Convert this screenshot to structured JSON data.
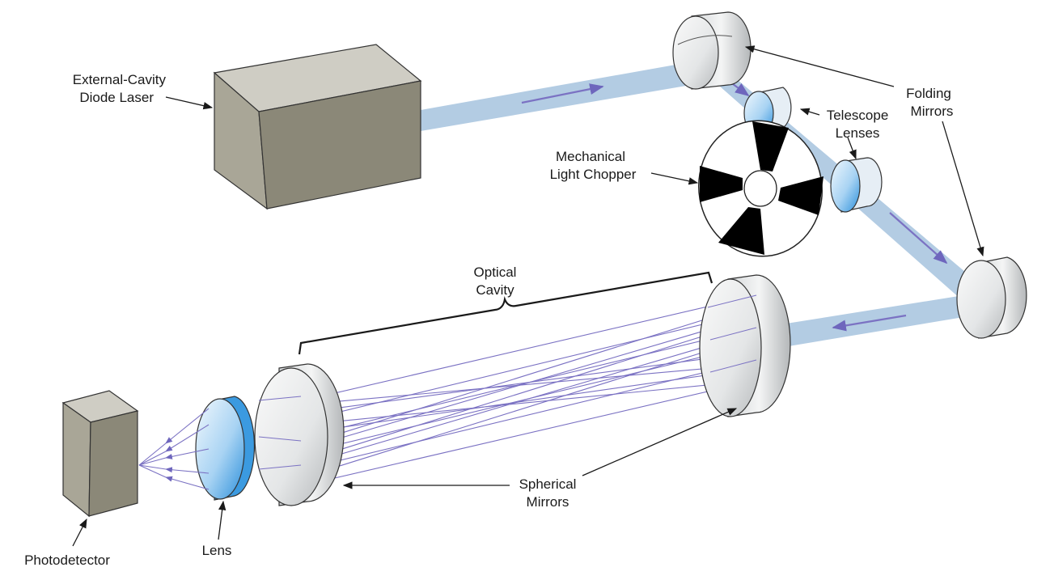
{
  "labels": {
    "laser_line1": "External-Cavity",
    "laser_line2": "Diode Laser",
    "folding_line1": "Folding",
    "folding_line2": "Mirrors",
    "telescope_line1": "Telescope",
    "telescope_line2": "Lenses",
    "chopper_line1": "Mechanical",
    "chopper_line2": "Light Chopper",
    "cavity_line1": "Optical",
    "cavity_line2": "Cavity",
    "spherical_line1": "Spherical",
    "spherical_line2": "Mirrors",
    "photodetector": "Photodetector",
    "lens": "Lens"
  },
  "colors": {
    "beam": "#b3cce3",
    "ray": "#7b72c3",
    "box_front": "#8b8878",
    "box_top": "#cfcdc4",
    "box_side": "#a9a697",
    "mirror_light": "#f2f3f3",
    "mirror_dark": "#b9bcbe",
    "lens_blue": "#3b9ae0",
    "lens_light": "#d8ecfa",
    "chopper_black": "#000000"
  }
}
